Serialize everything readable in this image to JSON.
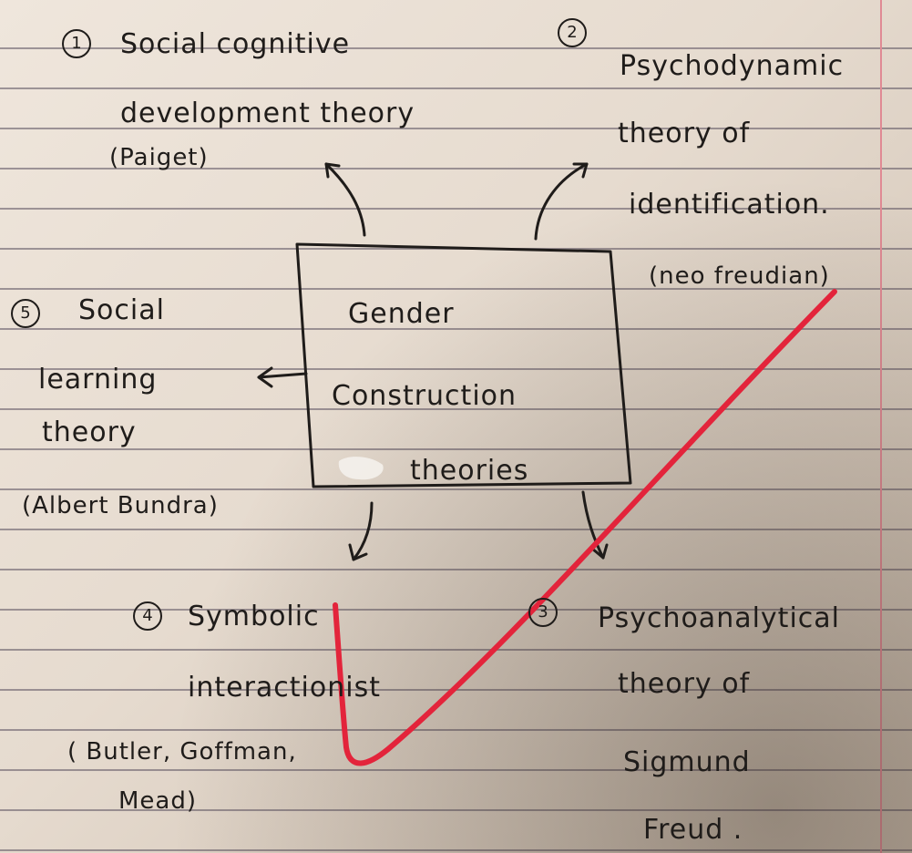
{
  "center": {
    "lines": [
      "Gender",
      "Construction",
      "theories"
    ]
  },
  "theories": [
    {
      "number": "1",
      "lines": [
        "Social cognitive",
        "development theory",
        "(Paiget)"
      ]
    },
    {
      "number": "2",
      "lines": [
        "Psychodynamic",
        "theory of",
        "identification.",
        "(neo freudian)"
      ]
    },
    {
      "number": "3",
      "lines": [
        "Psychoanalytical",
        "theory of",
        "Sigmund",
        "Freud ."
      ]
    },
    {
      "number": "4",
      "lines": [
        "Symbolic",
        "interactionist",
        "( Butler, Goffman,",
        "Mead)"
      ]
    },
    {
      "number": "5",
      "lines": [
        "Social",
        "learning",
        "theory",
        "(Albert Bundra)"
      ]
    }
  ],
  "colors": {
    "paper": "#ebe2d7",
    "rule": "#5a505f",
    "ink": "#1f1c1a",
    "check_mark": "#e3243b",
    "margin_line": "#e08a94"
  }
}
